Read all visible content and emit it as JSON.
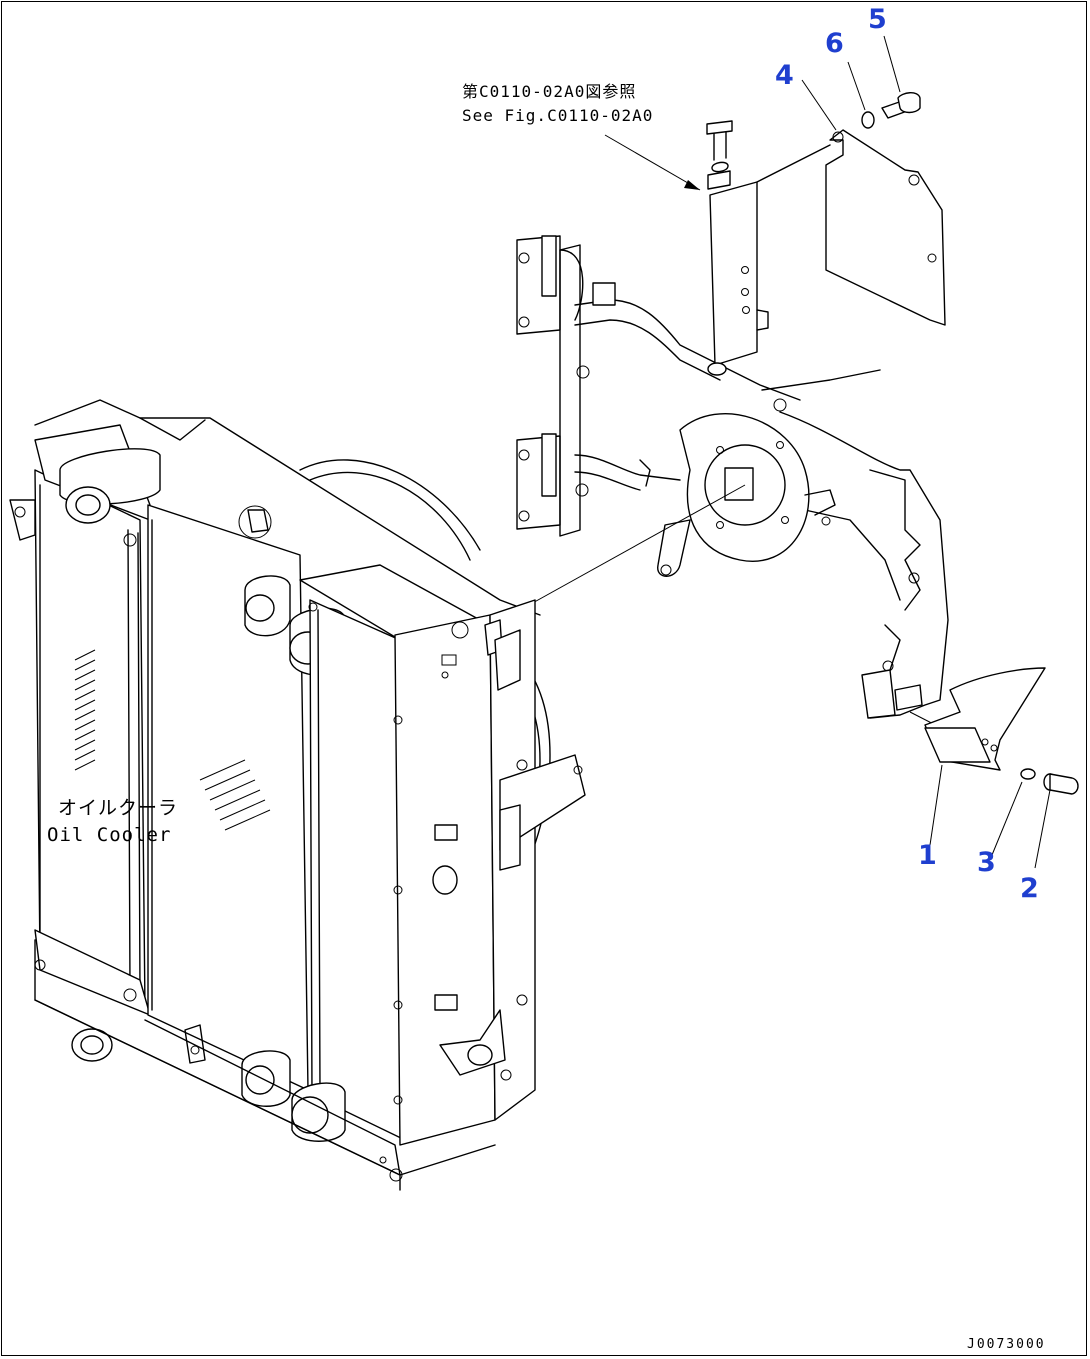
{
  "reference_note": {
    "line1": "第C0110-02A0図参照",
    "line2": "See Fig.C0110-02A0"
  },
  "component_label": {
    "line1": "オイルクーラ",
    "line2": "Oil Cooler"
  },
  "callouts": {
    "c1": "1",
    "c2": "2",
    "c3": "3",
    "c4": "4",
    "c5": "5",
    "c6": "6"
  },
  "drawing_code": "J0073000",
  "colors": {
    "callout": "#1f3fcf",
    "line": "#000000",
    "background": "#ffffff"
  }
}
